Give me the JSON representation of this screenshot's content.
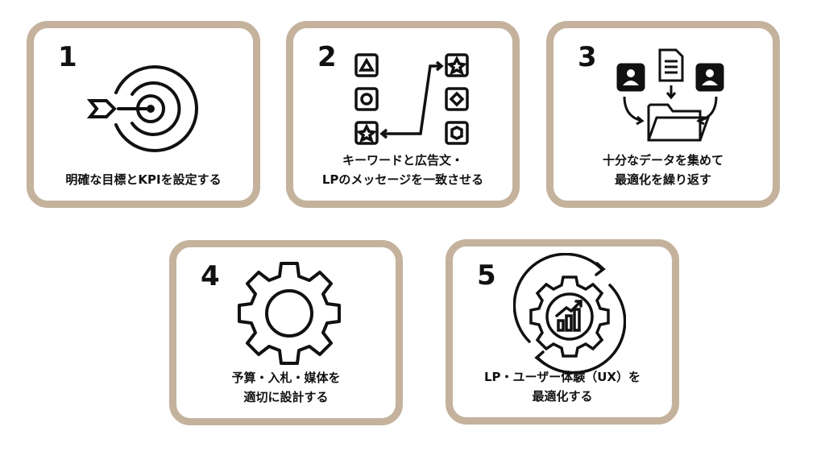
{
  "steps": [
    {
      "number": "1",
      "lines": [
        "明確な目標とKPIを設定する"
      ],
      "icon": "target-arrow-icon"
    },
    {
      "number": "2",
      "lines": [
        "キーワードと広告文・",
        "LPのメッセージを一致させる"
      ],
      "icon": "matching-shapes-icon"
    },
    {
      "number": "3",
      "lines": [
        "十分なデータを集めて",
        "最適化を繰り返す"
      ],
      "icon": "data-folder-icon"
    },
    {
      "number": "4",
      "lines": [
        "予算・入札・媒体を",
        "適切に設計する"
      ],
      "icon": "gear-icon"
    },
    {
      "number": "5",
      "lines": [
        "LP・ユーザー体験（UX）を",
        "最適化する"
      ],
      "icon": "gear-growth-cycle-icon"
    }
  ],
  "colors": {
    "border": "#c4b29d",
    "ink": "#111111"
  }
}
